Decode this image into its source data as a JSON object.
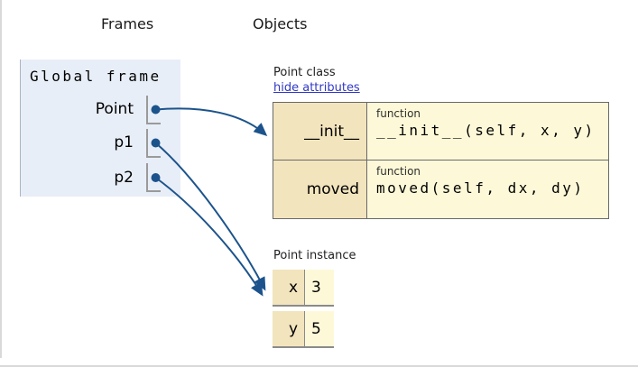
{
  "headers": {
    "frames": "Frames",
    "objects": "Objects"
  },
  "global_frame": {
    "title": "Global frame",
    "variables": [
      {
        "name": "Point"
      },
      {
        "name": "p1"
      },
      {
        "name": "p2"
      }
    ]
  },
  "point_class": {
    "label": "Point class",
    "link": "hide attributes",
    "rows": [
      {
        "key": "__init__",
        "type": "function",
        "signature": "__init__(self, x, y)"
      },
      {
        "key": "moved",
        "type": "function",
        "signature": "moved(self, dx, dy)"
      }
    ]
  },
  "point_instance": {
    "label": "Point instance",
    "rows": [
      {
        "key": "x",
        "value": "3"
      },
      {
        "key": "y",
        "value": "5"
      }
    ]
  },
  "arrows": [
    {
      "from": "Point",
      "to": "Point class"
    },
    {
      "from": "p1",
      "to": "Point instance"
    },
    {
      "from": "p2",
      "to": "Point instance"
    }
  ],
  "colors": {
    "arrow": "#1c538c",
    "frame_bg": "#e8eef7",
    "key_cell_bg": "#f2e4bd",
    "value_cell_bg": "#fdf9d8",
    "link": "#3038c6",
    "table_border": "#696969",
    "bracket": "#9a9a9a"
  }
}
